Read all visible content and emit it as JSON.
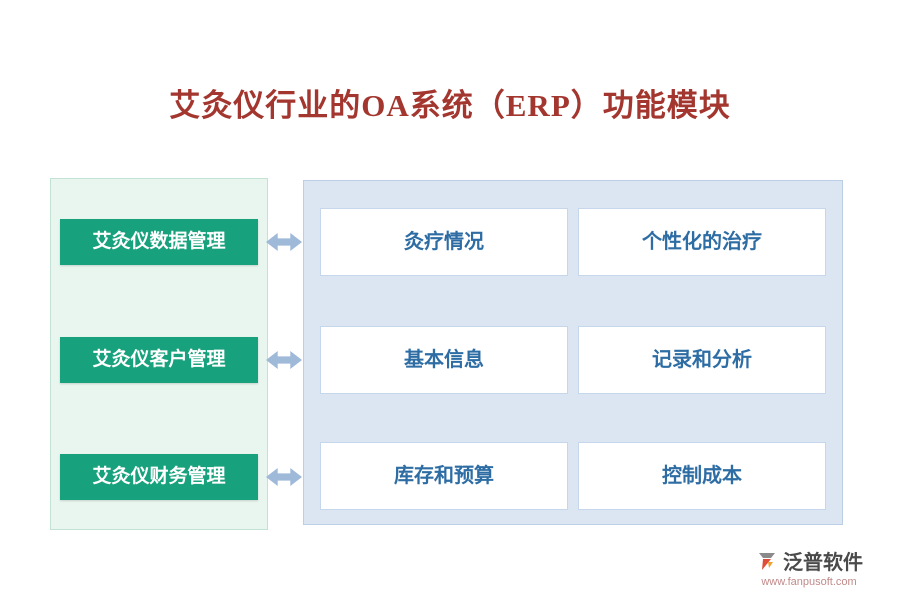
{
  "title": "艾灸仪行业的OA系统（ERP）功能模块",
  "modules": [
    {
      "label": "艾灸仪数据管理",
      "features": [
        "灸疗情况",
        "个性化的治疗"
      ]
    },
    {
      "label": "艾灸仪客户管理",
      "features": [
        "基本信息",
        "记录和分析"
      ]
    },
    {
      "label": "艾灸仪财务管理",
      "features": [
        "库存和预算",
        "控制成本"
      ]
    }
  ],
  "footer": {
    "brand": "泛普软件",
    "website": "www.fanpusoft.com"
  },
  "colors": {
    "title_red": "#A3362E",
    "module_green": "#17A17C",
    "left_panel_bg": "#E8F6EF",
    "right_panel_bg": "#DCE6F2",
    "card_text_blue": "#2E6DA4",
    "arrow_blue": "#9FB9D9"
  }
}
